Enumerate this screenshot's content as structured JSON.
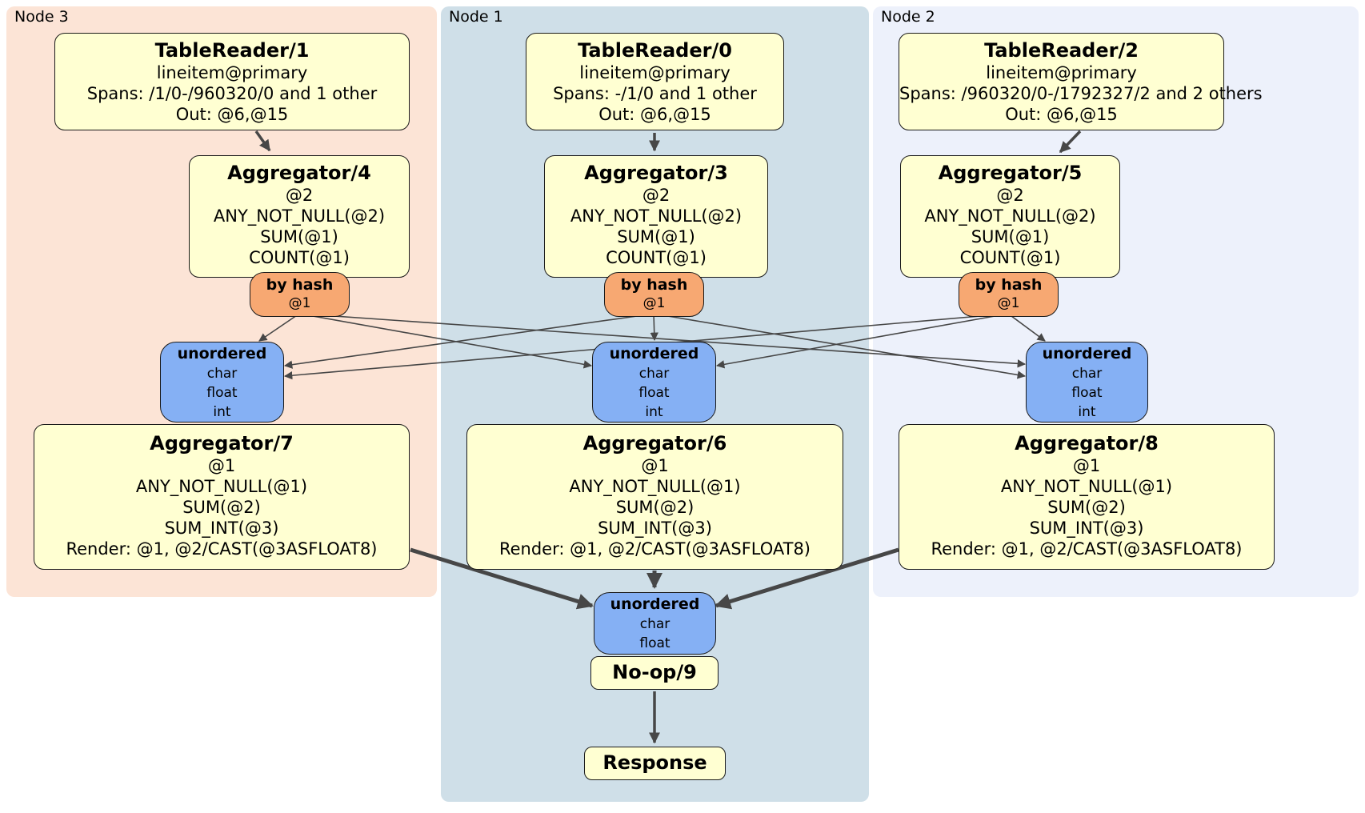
{
  "colors": {
    "panel_node3": "#fce4d6",
    "panel_node1": "#cfdfe8",
    "panel_node2": "#edf1fb",
    "box_yellow": "#ffffd2",
    "router_orange": "#f7a872",
    "sync_blue": "#85b0f4",
    "edge": "#474747"
  },
  "nodes": [
    {
      "label": "Node 3",
      "table_reader": {
        "title": "TableReader/1",
        "lines": [
          "lineitem@primary",
          "Spans: /1/0-/960320/0 and 1 other",
          "Out: @6,@15"
        ]
      },
      "aggregator_top": {
        "title": "Aggregator/4",
        "lines": [
          "@2",
          "ANY_NOT_NULL(@2)",
          "SUM(@1)",
          "COUNT(@1)"
        ]
      },
      "router": {
        "label": "by hash",
        "key": "@1"
      },
      "sync": {
        "label": "unordered",
        "streams": [
          "char",
          "float",
          "int"
        ]
      },
      "aggregator_bottom": {
        "title": "Aggregator/7",
        "lines": [
          "@1",
          "ANY_NOT_NULL(@1)",
          "SUM(@2)",
          "SUM_INT(@3)",
          "Render: @1, @2/CAST(@3ASFLOAT8)"
        ]
      }
    },
    {
      "label": "Node 1",
      "table_reader": {
        "title": "TableReader/0",
        "lines": [
          "lineitem@primary",
          "Spans: -/1/0 and 1 other",
          "Out: @6,@15"
        ]
      },
      "aggregator_top": {
        "title": "Aggregator/3",
        "lines": [
          "@2",
          "ANY_NOT_NULL(@2)",
          "SUM(@1)",
          "COUNT(@1)"
        ]
      },
      "router": {
        "label": "by hash",
        "key": "@1"
      },
      "sync": {
        "label": "unordered",
        "streams": [
          "char",
          "float",
          "int"
        ]
      },
      "aggregator_bottom": {
        "title": "Aggregator/6",
        "lines": [
          "@1",
          "ANY_NOT_NULL(@1)",
          "SUM(@2)",
          "SUM_INT(@3)",
          "Render: @1, @2/CAST(@3ASFLOAT8)"
        ]
      }
    },
    {
      "label": "Node 2",
      "table_reader": {
        "title": "TableReader/2",
        "lines": [
          "lineitem@primary",
          "Spans: /960320/0-/1792327/2 and 2 others",
          "Out: @6,@15"
        ]
      },
      "aggregator_top": {
        "title": "Aggregator/5",
        "lines": [
          "@2",
          "ANY_NOT_NULL(@2)",
          "SUM(@1)",
          "COUNT(@1)"
        ]
      },
      "router": {
        "label": "by hash",
        "key": "@1"
      },
      "sync": {
        "label": "unordered",
        "streams": [
          "char",
          "float",
          "int"
        ]
      },
      "aggregator_bottom": {
        "title": "Aggregator/8",
        "lines": [
          "@1",
          "ANY_NOT_NULL(@1)",
          "SUM(@2)",
          "SUM_INT(@3)",
          "Render: @1, @2/CAST(@3ASFLOAT8)"
        ]
      }
    }
  ],
  "final": {
    "sync": {
      "label": "unordered",
      "streams": [
        "char",
        "float"
      ]
    },
    "noop": {
      "title": "No-op/9"
    },
    "response": {
      "title": "Response"
    }
  }
}
